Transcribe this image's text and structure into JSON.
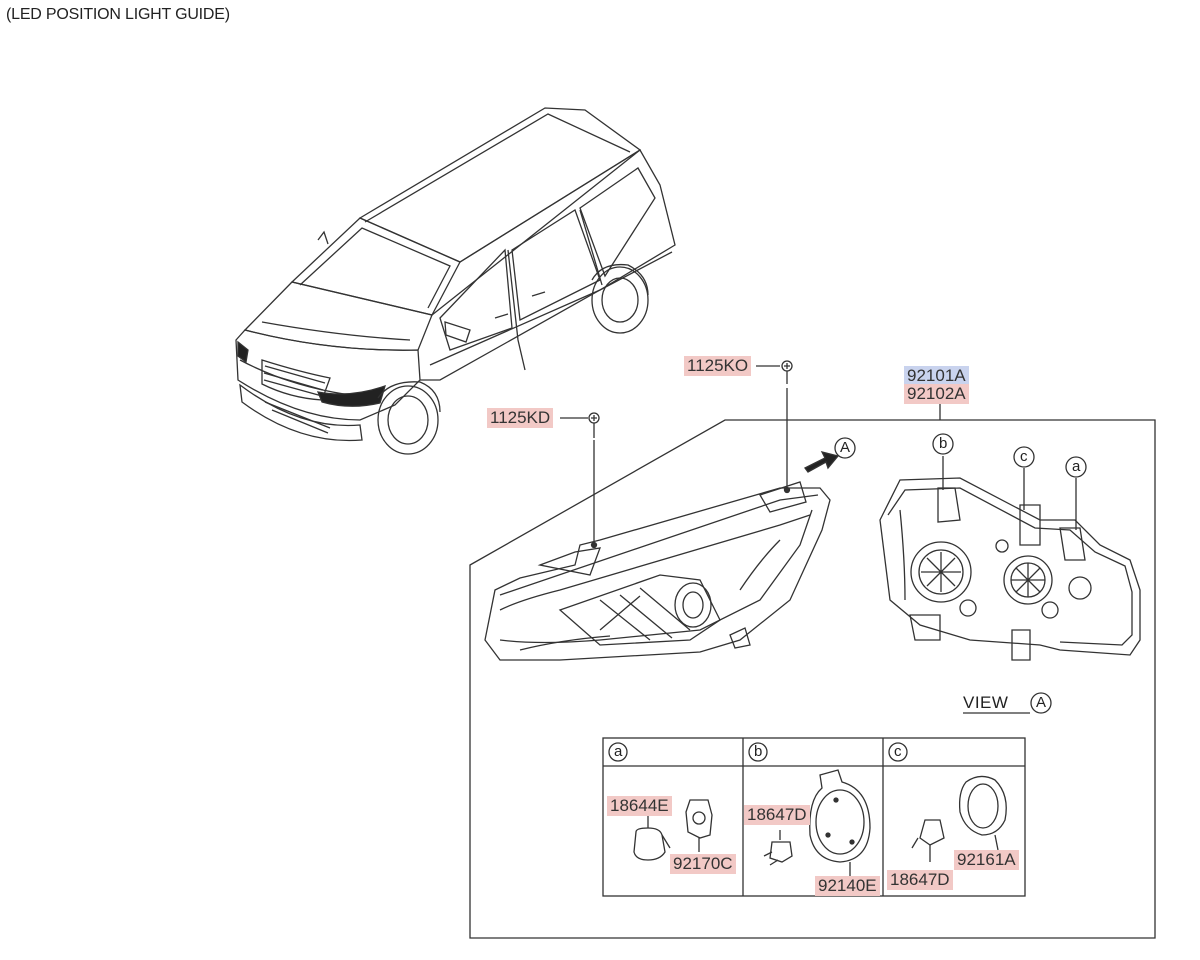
{
  "caption": "(LED POSITION LIGHT GUIDE)",
  "callouts": {
    "bolt_upper": "1125KO",
    "bolt_lower": "1125KD",
    "lamp_lh": "92101A",
    "lamp_rh": "92102A",
    "bulb_a": "18644E",
    "socket_a": "92170C",
    "bulb_b": "18647D",
    "cap_b": "92140E",
    "bulb_c": "18647D",
    "cap_c": "92161A"
  },
  "view": {
    "text": "VIEW",
    "ref": "A"
  },
  "arrow_ref": "A",
  "detail_markers": [
    "b",
    "c",
    "a"
  ],
  "detail_boxes": [
    "a",
    "b",
    "c"
  ],
  "colors": {
    "label_red": "#f2c9c6",
    "label_blue": "#c9d3ee",
    "line": "#333333"
  }
}
